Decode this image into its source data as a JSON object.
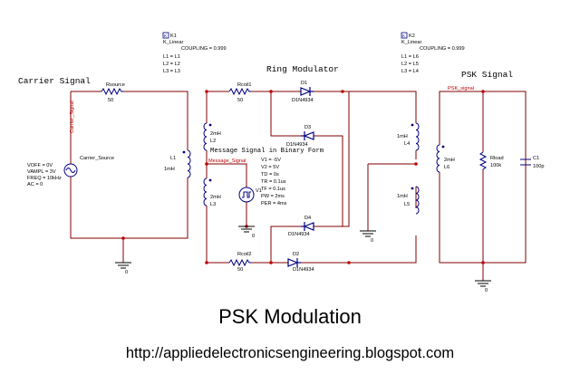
{
  "title": "PSK Modulation",
  "url": "http://appliedelectronicsengineering.blogspot.com",
  "sections": {
    "carrier": "Carrier Signal",
    "ring": "Ring Modulator",
    "psk": "PSK Signal",
    "message": "Message Signal in Binary Form"
  },
  "nets": {
    "carrier": "Carrier_Signal",
    "message": "Message_Signal",
    "psk": "PSK_signal"
  },
  "couplings": [
    {
      "ref": "K1",
      "model": "K_Linear",
      "coupling": "COUPLING = 0.999",
      "lines": [
        "L1 = L1",
        "L2 = L2",
        "L3 = L3"
      ]
    },
    {
      "ref": "K2",
      "model": "K_Linear",
      "coupling": "COUPLING = 0.999",
      "lines": [
        "L1 = L6",
        "L2 = L5",
        "L3 = L4"
      ]
    }
  ],
  "components": {
    "rsource": {
      "name": "Rsource",
      "value": "50"
    },
    "roil1": {
      "name": "Rcoil1",
      "value": "50"
    },
    "roil2": {
      "name": "Rcoil2",
      "value": "50"
    },
    "rload": {
      "name": "Rload",
      "value": "100k"
    },
    "c1": {
      "name": "C1",
      "value": "100p"
    },
    "l1": {
      "name": "L1",
      "value": "1mH"
    },
    "l2": {
      "name": "L2",
      "value": "2mH"
    },
    "l3": {
      "name": "L3",
      "value": "2mH"
    },
    "l4": {
      "name": "L4",
      "value": "1mH"
    },
    "l5": {
      "name": "L5",
      "value": "1mH"
    },
    "l6": {
      "name": "L6",
      "value": "2mH"
    },
    "d1": {
      "name": "D1",
      "model": "D1N4934"
    },
    "d2": {
      "name": "D2",
      "model": "D1N4934"
    },
    "d3": {
      "name": "D3",
      "model": "D1N4934"
    },
    "d4": {
      "name": "D4",
      "model": "D1N4934"
    },
    "carrier_source": {
      "name": "Carrier_Source",
      "params": [
        "VOFF = 0V",
        "VAMPL = 3V",
        "FREQ = 10kHz",
        "AC = 0"
      ]
    },
    "v1": {
      "name": "V1",
      "params": [
        "V1 = -5V",
        "V2 = 5V",
        "TD = 0s",
        "TR = 0.1us",
        "TF = 0.1us",
        "PW = 2ms",
        "PER = 4ms"
      ]
    }
  },
  "grounds": [
    "0",
    "0",
    "0",
    "0"
  ],
  "colors": {
    "wire": "#800000",
    "device": "#000080",
    "net": "#c00000"
  }
}
